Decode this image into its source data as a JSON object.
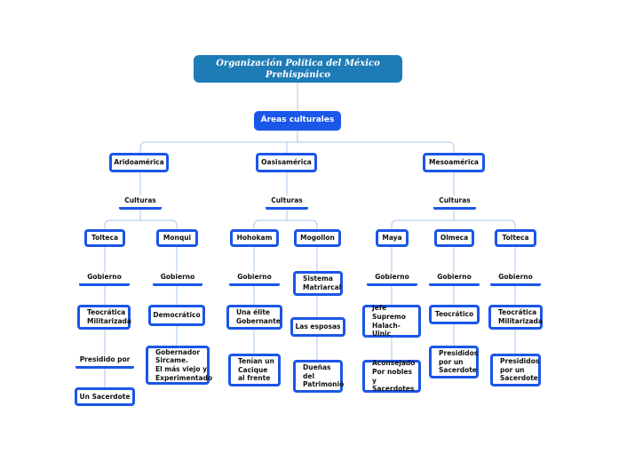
{
  "title": "Organización Política del México Prehispánico",
  "root": "Áreas culturales",
  "areas": {
    "aridoamerica": "Aridoamérica",
    "oasisamerica": "Oasisamérica",
    "mesoamerica": "Mesoamérica"
  },
  "cultures_label": "Culturas",
  "government_label": "Gobierno",
  "cultures": {
    "tolteca_a": {
      "name": "Tolteca",
      "government": "Teocrática\nMilitarizada",
      "extra_label": "Presidido por",
      "detail": "Un Sacerdote"
    },
    "monqui": {
      "name": "Monqui",
      "government": "Democrático",
      "detail": "Gobernador\nSircame.\nEl más viejo y\nExperimentado"
    },
    "hohokam": {
      "name": "Hohokam",
      "government": "Una élite\nGobernante",
      "detail": "Tenían un\nCacique\nal frente"
    },
    "mogollon": {
      "name": "Mogollon",
      "government": "Sistema\nMatriarcal",
      "middle": "Las esposas",
      "detail": "Dueñas\ndel\nPatrimonio"
    },
    "maya": {
      "name": "Maya",
      "government": "Jefe\nSupremo\nHalach-Uinic",
      "detail": "Aconsejado\nPor nobles y\nSacerdotes"
    },
    "olmeca": {
      "name": "Olmeca",
      "government": "Teocrático",
      "detail": "Presididos\npor un\nSacerdote"
    },
    "tolteca_m": {
      "name": "Tolteca",
      "government": "Teocrática\nMilitarizada",
      "detail": "Presididos\npor un\nSacerdote"
    }
  },
  "colors": {
    "title_bg": "#1d7bb6",
    "root_bg": "#1a56e8",
    "accent": "#1a56e8",
    "connector": "#a9c4ee"
  }
}
